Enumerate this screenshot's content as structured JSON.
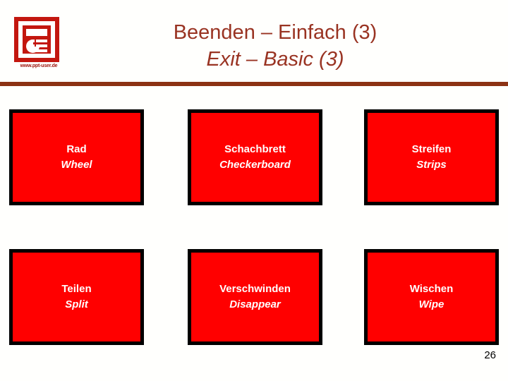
{
  "slide": {
    "background_color": "#FFFFFD",
    "page_number": "26"
  },
  "logo": {
    "icon_name": "powerpoint-presentation-icon",
    "url_text": "www.ppt-user.de",
    "color": "#C3170F"
  },
  "title": {
    "line1": "Beenden – Einfach (3)",
    "line2": "Exit – Basic (3)",
    "color": "#993322"
  },
  "divider": {
    "color": "#8C3214"
  },
  "boxes": [
    {
      "de": "Rad",
      "en": "Wheel",
      "fill": "#FF0000",
      "border": "#000000",
      "text_color": "#FFFFFF"
    },
    {
      "de": "Schachbrett",
      "en": "Checkerboard",
      "fill": "#FF0000",
      "border": "#000000",
      "text_color": "#FFFFFF"
    },
    {
      "de": "Streifen",
      "en": "Strips",
      "fill": "#FF0000",
      "border": "#000000",
      "text_color": "#FFFFFF"
    },
    {
      "de": "Teilen",
      "en": "Split",
      "fill": "#FF0000",
      "border": "#000000",
      "text_color": "#FFFFFF"
    },
    {
      "de": "Verschwinden",
      "en": "Disappear",
      "fill": "#FF0000",
      "border": "#000000",
      "text_color": "#FFFFFF"
    },
    {
      "de": "Wischen",
      "en": "Wipe",
      "fill": "#FF0000",
      "border": "#000000",
      "text_color": "#FFFFFF"
    }
  ]
}
